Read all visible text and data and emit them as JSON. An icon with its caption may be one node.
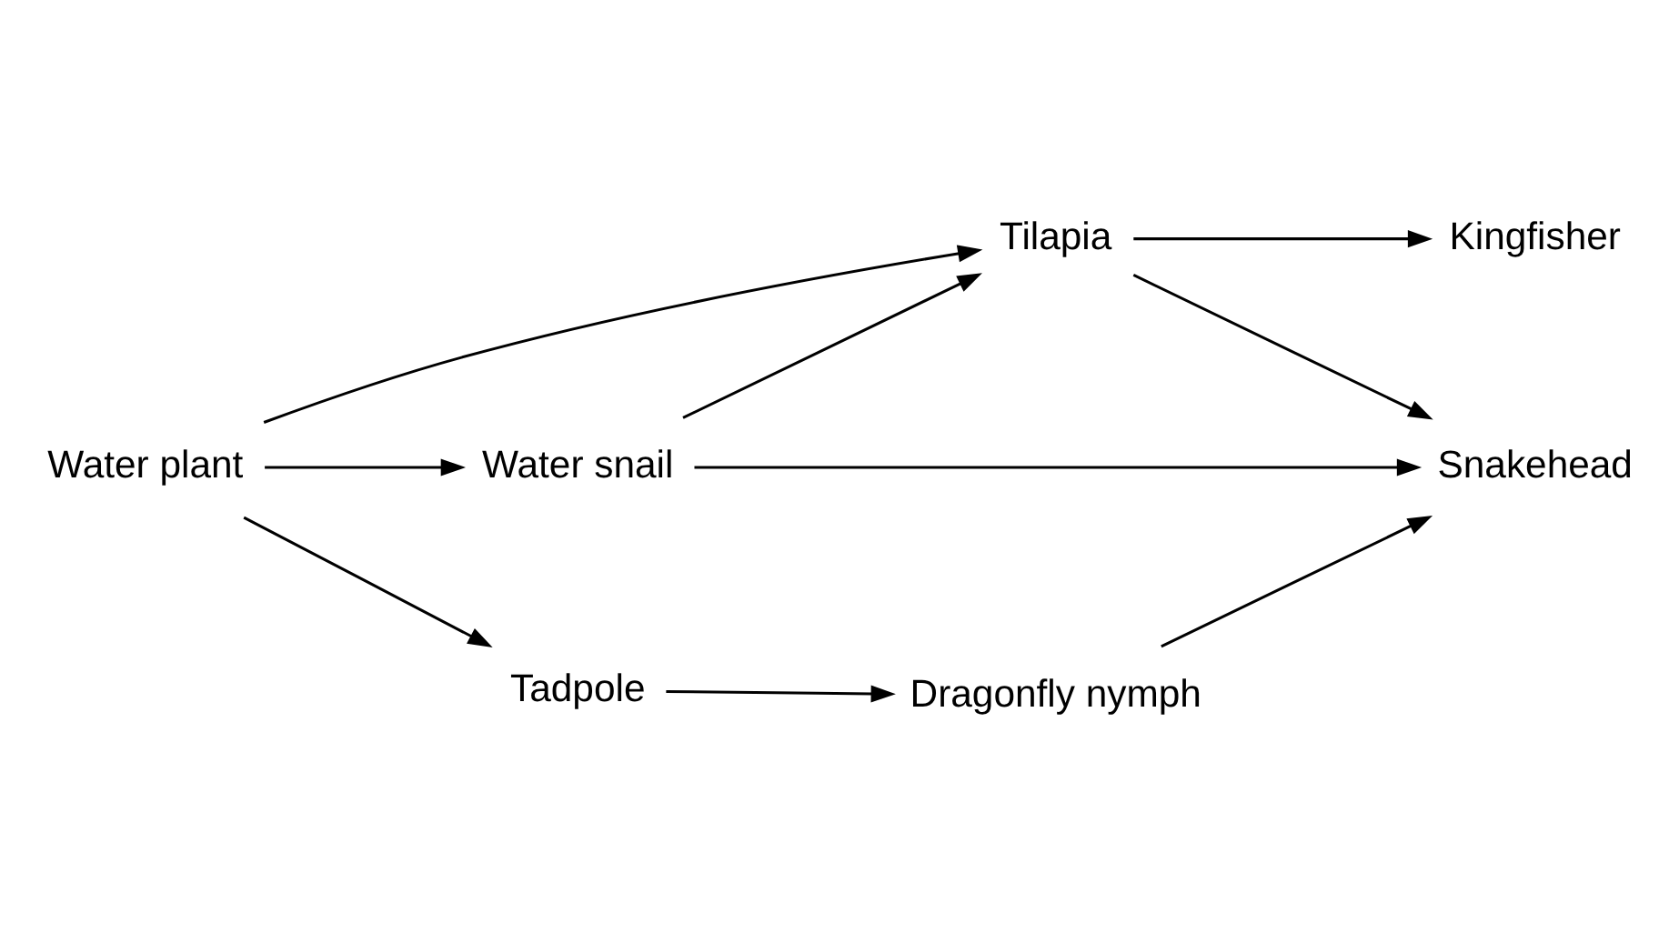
{
  "diagram": {
    "nodes": [
      {
        "text": [
          "Tilapia"
        ]
      },
      {
        "text": [
          "Kingfisher"
        ]
      },
      {
        "text": [
          "Water plant"
        ]
      },
      {
        "text": [
          "Water snail"
        ]
      },
      {
        "text": [
          "Snakehead"
        ]
      },
      {
        "text": [
          "Tadpole"
        ]
      },
      {
        "text": [
          "Dragonfly nymph"
        ]
      }
    ],
    "edges": [
      {
        "from": 0,
        "to": 1,
        "arrow": "to"
      },
      {
        "from": 2,
        "to": 0,
        "arrow": "to"
      },
      {
        "from": 3,
        "to": 0,
        "arrow": "to"
      },
      {
        "from": 0,
        "to": 4,
        "arrow": "to"
      },
      {
        "from": 2,
        "to": 3,
        "arrow": "to"
      },
      {
        "from": 3,
        "to": 4,
        "arrow": "to"
      },
      {
        "from": 2,
        "to": 5,
        "arrow": "to"
      },
      {
        "from": 5,
        "to": 6,
        "arrow": "to"
      },
      {
        "from": 6,
        "to": 4,
        "arrow": "to"
      }
    ]
  }
}
